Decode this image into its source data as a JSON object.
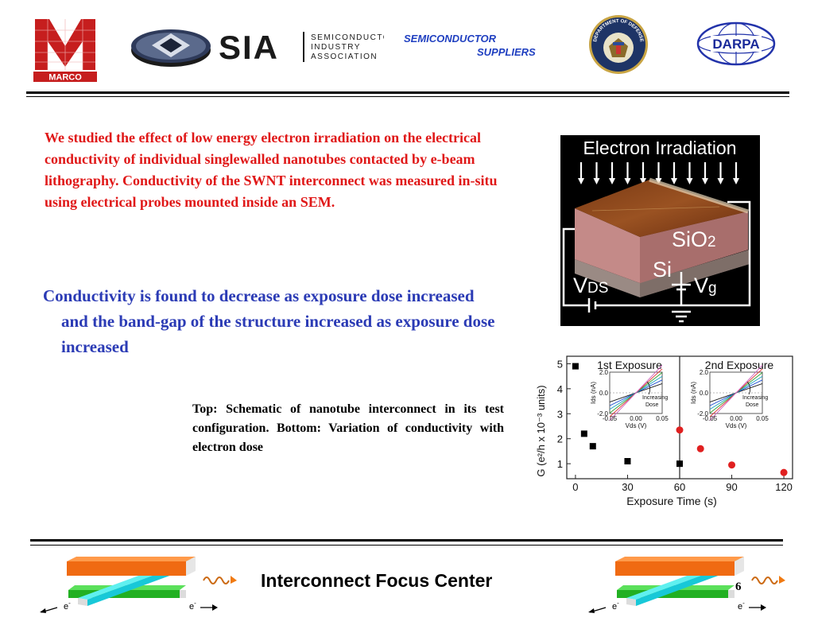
{
  "header": {
    "marco_label": "MARCO",
    "sia_name": "SIA",
    "sia_lines": [
      "SEMICONDUCTOR",
      "INDUSTRY",
      "ASSOCIATION"
    ],
    "suppliers_line1": "SEMICONDUCTOR",
    "suppliers_line2": "SUPPLIERS",
    "dod_seal_text": "DEPARTMENT OF DEFENSE",
    "darpa_label": "DARPA"
  },
  "body": {
    "intro": "We studied the effect of low energy electron irradiation on the electrical conductivity of individual singlewalled nanotubes contacted by e-beam lithography. Conductivity of the SWNT interconnect was measured in-situ using electrical probes mounted inside an SEM.",
    "finding": "Conductivity is found to decrease as exposure dose increased and the band-gap of the structure increased as exposure dose increased",
    "caption": "Top: Schematic of nanotube interconnect in its test configuration. Bottom: Variation of conductivity with electron dose"
  },
  "schematic": {
    "title": "Electron Irradiation",
    "sio2": "SiO",
    "sio2_sub": "2",
    "si": "Si",
    "vds": "V",
    "vds_sub": "DS",
    "vg": "V",
    "vg_sub": "g"
  },
  "chart_data": {
    "type": "scatter",
    "xlabel": "Exposure Time (s)",
    "ylabel": "G (e²/h x 10⁻³ units)",
    "xlim": [
      -5,
      125
    ],
    "ylim": [
      0.4,
      5.3
    ],
    "xticks": [
      0,
      30,
      60,
      90,
      120
    ],
    "yticks": [
      1,
      2,
      3,
      4,
      5
    ],
    "series": [
      {
        "name": "1st Exposure",
        "color": "#000000",
        "marker": "square",
        "x": [
          0,
          5,
          10,
          30,
          60
        ],
        "y": [
          4.9,
          2.2,
          1.7,
          1.1,
          1.0
        ]
      },
      {
        "name": "2nd Exposure",
        "color": "#e02020",
        "marker": "circle",
        "x": [
          60,
          72,
          90,
          120
        ],
        "y": [
          2.35,
          1.6,
          0.95,
          0.65
        ]
      }
    ],
    "divider_x": 60,
    "insets": [
      {
        "title": "1st Exposure",
        "xlabel": "Vds (V)",
        "ylabel": "Ids (nA)",
        "xticks": [
          "-0.05",
          "0.00",
          "0.05"
        ],
        "yticks": [
          "2.0",
          "0.0",
          "-2.0"
        ],
        "annotation": [
          "Increasing",
          "Dose"
        ]
      },
      {
        "title": "2nd Exposure",
        "xlabel": "Vds (V)",
        "ylabel": "Ids (nA)",
        "xticks": [
          "-0.05",
          "0.00",
          "0.05"
        ],
        "yticks": [
          "2.0",
          "0.0",
          "-2.0"
        ],
        "annotation": [
          "Increasing",
          "Dose"
        ]
      }
    ]
  },
  "footer": {
    "title": "Interconnect Focus Center",
    "page_number": "6",
    "electron_label": "e",
    "electron_sup": "-"
  },
  "colors": {
    "red_text": "#e01818",
    "blue_text": "#2b3bb5",
    "brand_blue": "#1f3fc0"
  }
}
